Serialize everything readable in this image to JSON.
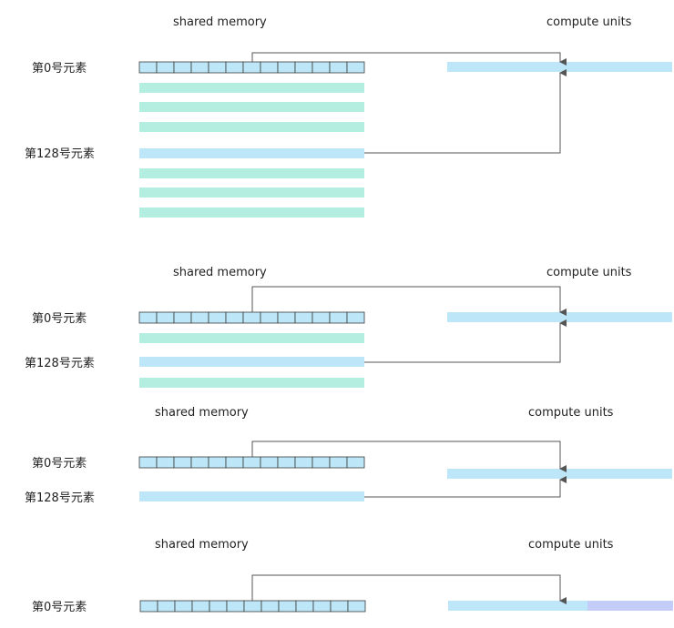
{
  "colors": {
    "blue_bar": "#bde7f8",
    "green_bar": "#b3eee0",
    "purple_bar": "#c3cdf8",
    "cell_border": "#3a3a3a",
    "arrow": "#555555"
  },
  "panels": [
    {
      "memory_label": "shared memory",
      "compute_label": "compute units",
      "row0_label": "第0号元素",
      "row128_label": "第128号元素"
    },
    {
      "memory_label": "shared memory",
      "compute_label": "compute units",
      "row0_label": "第0号元素",
      "row128_label": "第128号元素"
    },
    {
      "memory_label": "shared memory",
      "compute_label": "compute units",
      "row0_label": "第0号元素",
      "row128_label": "第128号元素"
    },
    {
      "memory_label": "shared memory",
      "compute_label": "compute units",
      "row0_label": "第0号元素"
    }
  ]
}
